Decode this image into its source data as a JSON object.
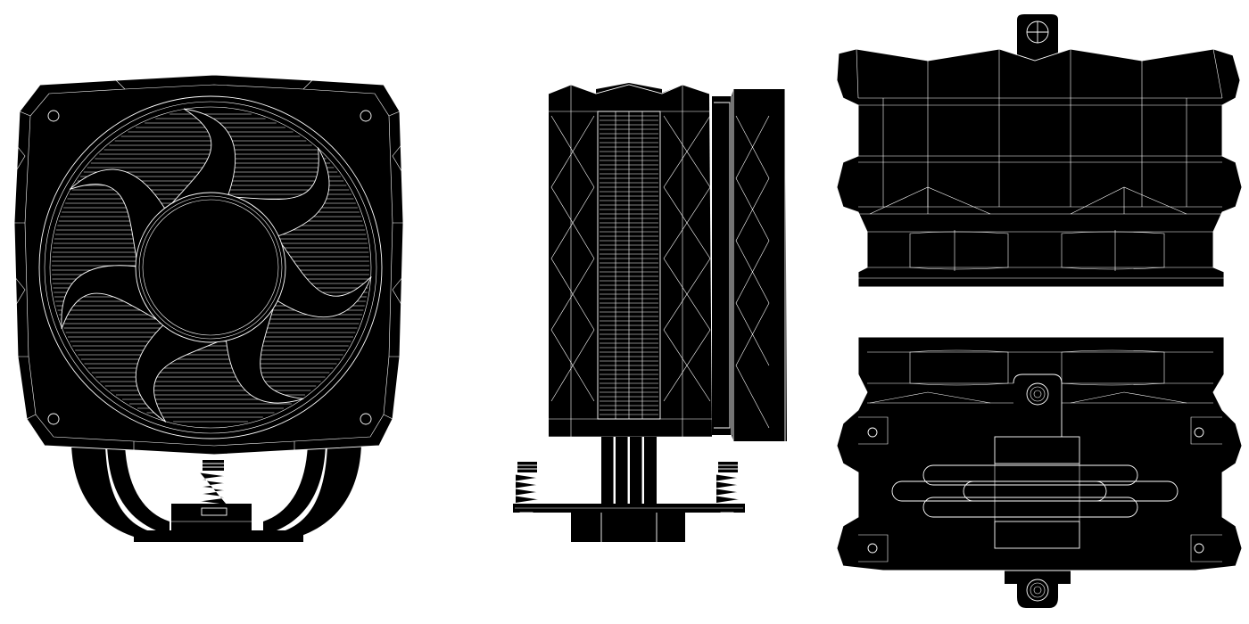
{
  "drawing": {
    "views": [
      {
        "id": "front",
        "label": ""
      },
      {
        "id": "side",
        "label": ""
      },
      {
        "id": "top",
        "label": ""
      },
      {
        "id": "bottom",
        "label": ""
      }
    ],
    "colors": {
      "fill": "#000000",
      "line": "#ffffff",
      "background": "#ffffff"
    },
    "front_view": {
      "fan_blades": 7
    }
  }
}
